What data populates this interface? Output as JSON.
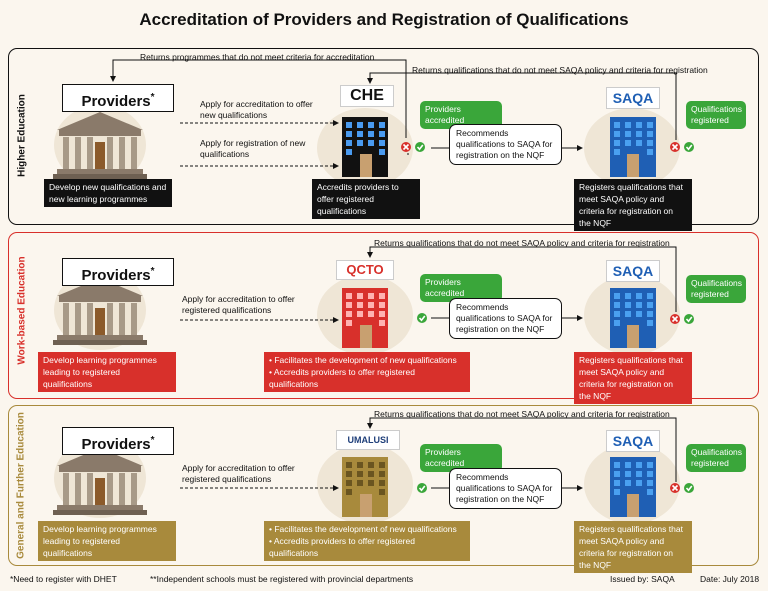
{
  "title": "Accreditation of Providers and Registration of Qualifications",
  "colors": {
    "higher": "#111111",
    "work": "#d8302b",
    "general": "#a88a3c",
    "green": "#3aa63a",
    "reject": "#d8302b"
  },
  "higher": {
    "side_label": "Higher Education",
    "providers": "Providers",
    "star": "*",
    "top_return": "Returns programmes that do not meet criteria for accreditation",
    "right_return": "Returns qualifications that do not meet SAQA policy and criteria for registration",
    "apply1": "Apply for accreditation to offer new qualifications",
    "apply2": "Apply for registration of new qualifications",
    "provider_box": "Develop new qualifications and new learning programmes",
    "body_logo": "CHE",
    "body_box": "Accredits providers to offer registered qualifications",
    "accredited": "Providers accredited",
    "recommend": "Recommends qualifications to SAQA for registration on the NQF",
    "saqa_logo": "SAQA",
    "registered": "Qualifications registered",
    "saqa_box": "Registers qualifications that meet SAQA policy and criteria for registration on the NQF"
  },
  "work": {
    "side_label": "Work-based Education",
    "providers": "Providers",
    "star": "*",
    "top_return": "Returns qualifications that do not meet SAQA policy and criteria for registration",
    "apply1": "Apply for accreditation to offer registered qualifications",
    "provider_box": "Develop learning programmes leading to registered qualifications",
    "body_logo": "QCTO",
    "body_box1": "• Facilitates the development of new qualifications",
    "body_box2": "• Accredits providers to offer registered qualifications",
    "accredited": "Providers accredited",
    "recommend": "Recommends qualifications to SAQA for registration on the NQF",
    "saqa_logo": "SAQA",
    "registered": "Qualifications registered",
    "saqa_box": "Registers qualifications that meet SAQA policy and criteria for registration on the NQF"
  },
  "general": {
    "side_label": "General and Further Education",
    "providers": "Providers",
    "star": "*",
    "top_return": "Returns qualifications that do not meet SAQA policy and criteria for registration",
    "apply1": "Apply for accreditation to offer registered qualifications",
    "provider_box": "Develop learning programmes leading to registered qualifications",
    "body_logo": "UMALUSI",
    "body_box1": "• Facilitates the development of new qualifications",
    "body_box2": "• Accredits providers to offer registered qualifications",
    "accredited": "Providers accredited",
    "recommend": "Recommends qualifications to SAQA for registration on the NQF",
    "saqa_logo": "SAQA",
    "registered": "Qualifications registered",
    "saqa_box": "Registers qualifications that meet SAQA policy and criteria for registration on the NQF"
  },
  "footer": {
    "note1": "*Need to register with DHET",
    "note2": "**Independent schools must be registered with provincial departments",
    "issued": "Issued by: SAQA",
    "date": "Date: July 2018"
  }
}
